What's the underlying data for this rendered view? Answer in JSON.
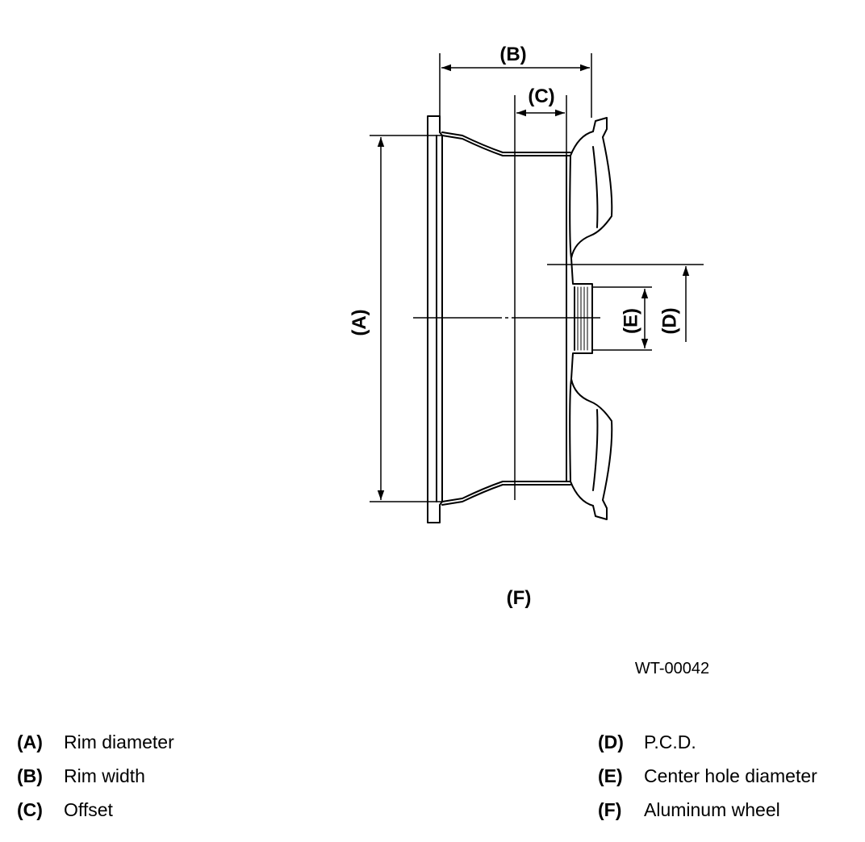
{
  "figure": {
    "labels": {
      "a": "(A)",
      "b": "(B)",
      "c": "(C)",
      "d": "(D)",
      "e": "(E)",
      "f": "(F)"
    },
    "figure_id": "WT-00042"
  },
  "legend": {
    "left": [
      {
        "key": "(A)",
        "text": "Rim diameter"
      },
      {
        "key": "(B)",
        "text": "Rim width"
      },
      {
        "key": "(C)",
        "text": "Offset"
      }
    ],
    "right": [
      {
        "key": "(D)",
        "text": "P.C.D."
      },
      {
        "key": "(E)",
        "text": "Center hole diameter"
      },
      {
        "key": "(F)",
        "text": "Aluminum wheel"
      }
    ]
  }
}
